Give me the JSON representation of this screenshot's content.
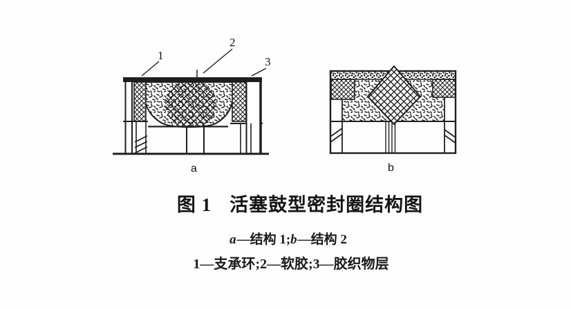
{
  "figure": {
    "caption": {
      "number": "图 1",
      "title": "活塞鼓型密封圈结构图"
    },
    "panel_a": {
      "label": "a",
      "callouts": {
        "c1": "1",
        "c2": "2",
        "c3": "3"
      }
    },
    "panel_b": {
      "label": "b"
    },
    "legend": {
      "structures": {
        "a_key": "a",
        "a_desc": "—结构 1;",
        "b_key": "b",
        "b_desc": "—结构 2"
      },
      "parts": "1—支承环;2—软胶;3—胶织物层"
    },
    "colors": {
      "ink": "#1e1e1e",
      "background": "#ffffff"
    }
  }
}
